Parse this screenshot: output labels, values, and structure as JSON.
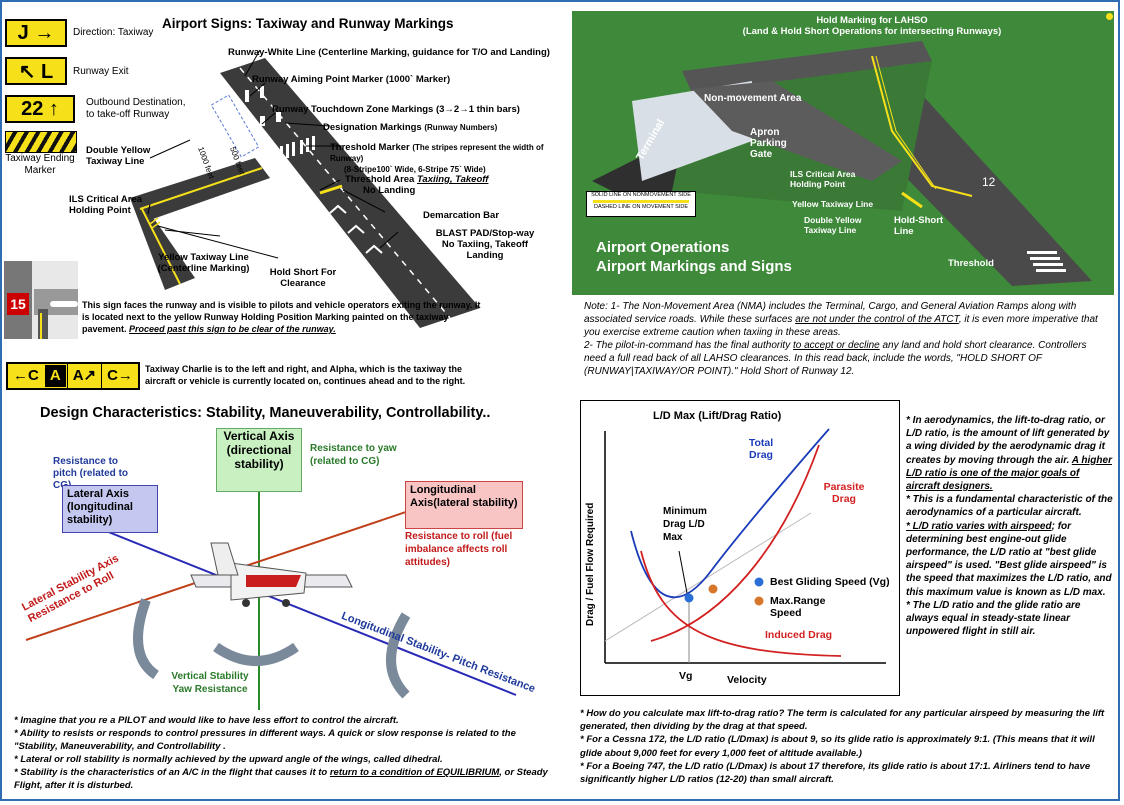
{
  "left_top": {
    "title": "Airport Signs: Taxiway and Runway Markings",
    "signs": [
      {
        "glyph": "J →",
        "label": "Direction: Taxiway"
      },
      {
        "glyph": "↖ L",
        "label": "Runway Exit"
      },
      {
        "glyph": "22 ↑",
        "label": "Outbound Destination, to take-off Runway"
      },
      {
        "glyph": "",
        "label": "Taxiway Ending Marker"
      }
    ],
    "callouts": {
      "white_line": "Runway-White Line (Centerline Marking, guidance for T/O and Landing)",
      "aiming": "Runway Aiming Point Marker (1000` Marker)",
      "touchdown": "Runway Touchdown Zone Markings (3→2→1 thin bars)",
      "designation_a": "Designation Markings",
      "designation_b": "(Runway Numbers)",
      "threshold_a": "Threshold Marker",
      "threshold_b": "(The stripes represent the width of Runway)",
      "threshold_c": "(8-Stripe100` Wide, 6-Stripe 75` Wide)",
      "double_yellow": "Double Yellow Taxiway Line",
      "ils": "ILS Critical Area Holding Point",
      "threshold_area_a": "Threshold Area",
      "threshold_area_b": "Taxiing, Takeoff",
      "threshold_area_c": "No Landing",
      "demarcation": "Demarcation Bar",
      "blast": "BLAST PAD/Stop-way No Taxiing, Takeoff Landing",
      "yellow_taxi": "Yellow Taxiway Line (Centerline Marking)",
      "hold_short": "Hold Short For Clearance",
      "feet_1000": "1000 feet",
      "feet_500": "500 feet"
    },
    "hold_sign_text": "15",
    "hold_sign_desc_a": "This sign faces the runway and is visible to pilots and vehicle operators exiting the runway. It is located next to the yellow Runway Holding Position Marking painted on the taxiway pavement.",
    "hold_sign_desc_b": "Proceed past this sign to be clear of the runway.",
    "charlie_signs": [
      "←C",
      "A",
      "A↗",
      "C→"
    ],
    "charlie_desc": "Taxiway Charlie is to the left and right, and Alpha, which is the taxiway the aircraft or vehicle is currently located on, continues ahead and to the right."
  },
  "right_top": {
    "hold_marking": "Hold Marking for LAHSO",
    "hold_marking_sub": "(Land & Hold Short Operations for intersecting Runways)",
    "non_movement": "Non-movement Area",
    "terminal": "Terminal",
    "apron": "Apron Parking Gate",
    "ils": "ILS Critical Area Holding Point",
    "yellow_taxi": "Yellow Taxiway Line",
    "double_yellow": "Double Yellow Taxiway Line",
    "hold_short": "Hold-Short Line",
    "threshold": "Threshold",
    "runway_num": "12",
    "solid_line": "SOLID LINE ON NONMOVEMENT SIDE",
    "dashed_line": "DASHED LINE ON MOVEMENT SIDE",
    "title_a": "Airport Operations",
    "title_b": "Airport  Markings and Signs",
    "note1_a": "Note: 1- The Non-Movement Area (NMA) includes the Terminal, Cargo, and General Aviation Ramps along with associated service roads. While these surfaces ",
    "note1_u": "are not under the control of the ATCT",
    "note1_b": ", it is even more imperative that you exercise extreme caution when taxiing in these areas.",
    "note2_a": "2- The pilot-in-command has the final authority ",
    "note2_u": "to accept or decline",
    "note2_b": " any land and hold short clearance. Controllers need a full read back of all LAHSO clearances. In this read back, include the words, \"HOLD SHORT OF (RUNWAY|TAXIWAY/OR POINT).\" Hold Short of Runway 12."
  },
  "left_bottom": {
    "title": "Design Characteristics: Stability, Maneuverability, Controllability..",
    "vertical_axis": "Vertical Axis (directional stability)",
    "resist_yaw": "Resistance to yaw (related to CG)",
    "resist_pitch": "Resistance to pitch (related to CG)",
    "lateral_axis": "Lateral Axis (longitudinal stability)",
    "long_axis": "Longitudinal Axis(lateral stability)",
    "resist_roll": "Resistance to roll (fuel imbalance affects roll attitudes)",
    "lat_stab_a": "Lateral Stability Axis",
    "lat_stab_b": "Resistance to Roll",
    "long_stab": "Longitudinal Stability- Pitch Resistance",
    "vert_stab": "Vertical Stability Yaw Resistance",
    "bullets": [
      "* Imagine that you re a PILOT and would like to have less effort to control the aircraft.",
      "* Ability to resists or responds to control pressures in different ways. A quick or slow response is related to the \"Stability, Maneuverability, and Controllability .",
      "* Lateral or roll stability is normally achieved by the upward angle of the wings, called dihedral."
    ],
    "bullet4_a": "* Stability is the characteristics of an A/C in the flight that causes it to ",
    "bullet4_u": "return to a condition of EQUILIBRIUM",
    "bullet4_b": ", or Steady Flight, after it is disturbed."
  },
  "right_bottom": {
    "chart_title": "L/D Max (Lift/Drag Ratio)",
    "ylabel": "Drag / Fuel Flow Required",
    "xlabel": "Velocity",
    "vg": "Vg",
    "total_drag": "Total Drag",
    "parasite": "Parasite Drag",
    "induced": "Induced Drag",
    "min_drag": "Minimum Drag L/D Max",
    "best_glide": "Best Gliding Speed (Vg)",
    "max_range": "Max.Range Speed",
    "side_1": "* In aerodynamics, the lift-to-drag ratio, or L/D ratio, is the amount of lift generated by a wing divided by the aerodynamic drag it creates by moving through the air. ",
    "side_1u": "A higher L/D ratio is one of the major goals of aircraft designers.",
    "side_2": "* This is a fundamental characteristic of the aerodynamics of a particular aircraft.",
    "side_3u": "* L/D ratio varies with airspeed",
    "side_3": "; for determining best engine-out glide performance, the L/D ratio at \"best glide airspeed\" is used. \"Best glide airspeed\" is the speed that maximizes the L/D ratio, and this maximum value is known as L/D max.",
    "side_4": "* The L/D ratio and the glide ratio are always equal in steady-state linear unpowered flight in still air.",
    "bottom": [
      "*  How do you calculate max lift-to-drag ratio? The term is calculated for any particular airspeed by measuring the lift generated, then dividing by the drag at that speed.",
      "* For a Cessna 172, the L/D ratio (L/Dmax) is about 9, so its glide ratio is approximately 9:1. (This means that it will glide about 9,000 feet for every 1,000 feet of altitude available.)",
      "* For a Boeing 747, the L/D ratio (L/Dmax) is about 17 therefore, its glide ratio is about 17:1. Airliners tend to have significantly higher L/D ratios (12-20) than small aircraft."
    ]
  },
  "colors": {
    "sign_yellow": "#f6e01a",
    "grass": "#3e8a3a",
    "frame_blue": "#2e6db4",
    "parasite": "#d32020",
    "total": "#1a3cb8"
  }
}
